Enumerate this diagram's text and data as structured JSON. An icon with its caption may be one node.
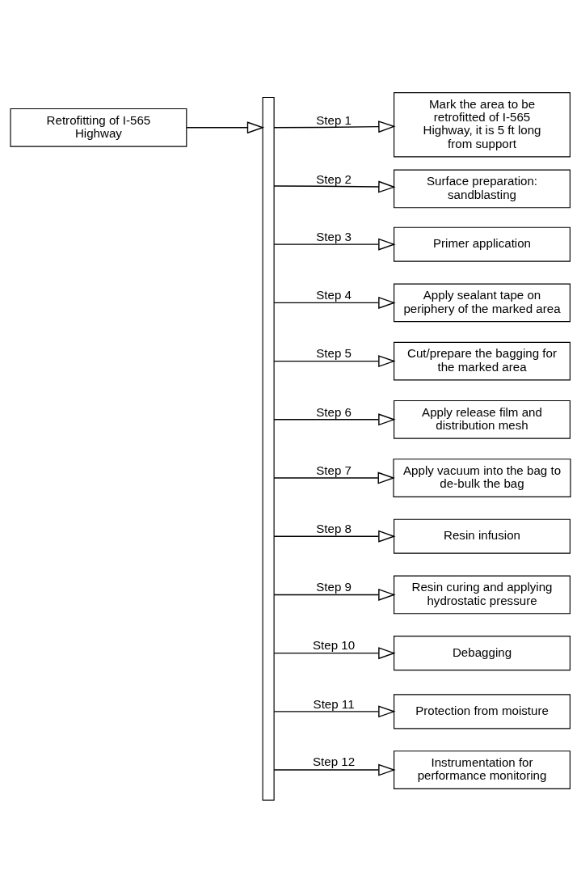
{
  "diagram": {
    "nodes": [
      {
        "text": [
          "Retrofitting of I-565 Highway"
        ]
      },
      {
        "text": [],
        "shape": "bar"
      },
      {
        "text": [
          "Mark the area to be retrofitted of I-565 Highway, it is 5 ft long from support"
        ]
      },
      {
        "text": [
          "Surface preparation: sandblasting"
        ]
      },
      {
        "text": [
          "Primer application"
        ]
      },
      {
        "text": [
          "Apply sealant tape on periphery of the marked area"
        ]
      },
      {
        "text": [
          "Cut/prepare the bagging for the marked area"
        ]
      },
      {
        "text": [
          "Apply release film and distribution mesh"
        ]
      },
      {
        "text": [
          "Apply vacuum into the bag to de-bulk the bag"
        ]
      },
      {
        "text": [
          "Resin infusion"
        ]
      },
      {
        "text": [
          "Resin curing and applying hydrostatic pressure"
        ]
      },
      {
        "text": [
          "Debagging"
        ]
      },
      {
        "text": [
          "Protection from moisture"
        ]
      },
      {
        "text": [
          "Instrumentation for performance monitoring"
        ]
      }
    ],
    "edges": [
      {
        "from": 0,
        "to": 1,
        "arrow": "to"
      },
      {
        "from": 1,
        "to": 2,
        "arrow": "to",
        "label": "Step 1"
      },
      {
        "from": 1,
        "to": 3,
        "arrow": "to",
        "label": "Step 2"
      },
      {
        "from": 1,
        "to": 4,
        "arrow": "to",
        "label": "Step 3"
      },
      {
        "from": 1,
        "to": 5,
        "arrow": "to",
        "label": "Step 4"
      },
      {
        "from": 1,
        "to": 6,
        "arrow": "to",
        "label": "Step 5"
      },
      {
        "from": 1,
        "to": 7,
        "arrow": "to",
        "label": "Step 6"
      },
      {
        "from": 1,
        "to": 8,
        "arrow": "to",
        "label": "Step 7"
      },
      {
        "from": 1,
        "to": 9,
        "arrow": "to",
        "label": "Step 8"
      },
      {
        "from": 1,
        "to": 10,
        "arrow": "to",
        "label": "Step 9"
      },
      {
        "from": 1,
        "to": 11,
        "arrow": "to",
        "label": "Step 10"
      },
      {
        "from": 1,
        "to": 12,
        "arrow": "to",
        "label": "Step 11"
      },
      {
        "from": 1,
        "to": 13,
        "arrow": "to",
        "label": "Step 12"
      }
    ]
  }
}
